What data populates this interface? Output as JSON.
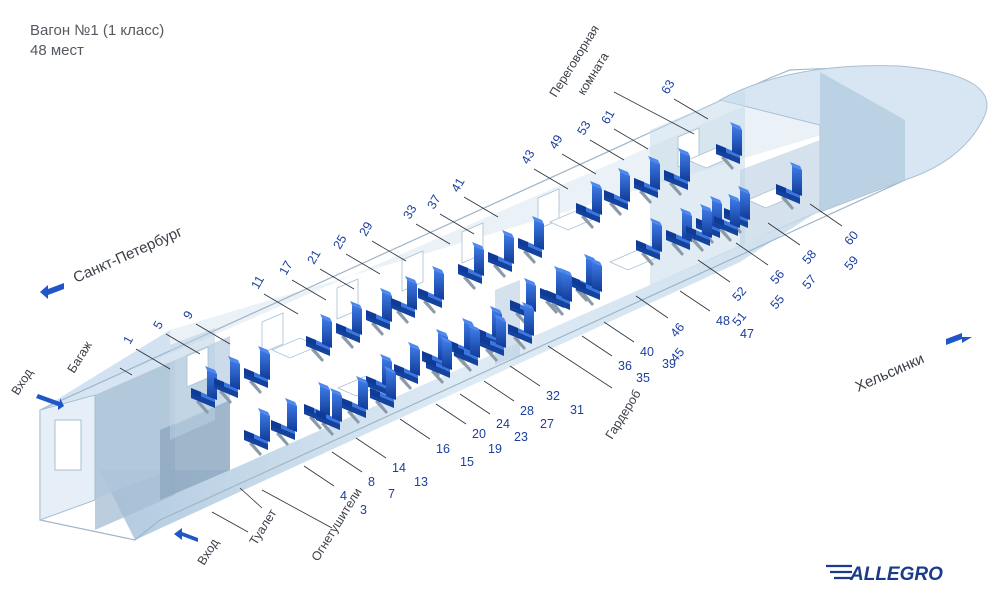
{
  "header": {
    "car": "Вагон №1 (1 класс)",
    "seats": "48 мест"
  },
  "directions": {
    "left": "Санкт-Петербург",
    "right": "Хельсинки"
  },
  "labels": {
    "entrance_left": "Вход",
    "luggage": "Багаж",
    "entrance_bottom": "Вход",
    "toilet": "Туалет",
    "extinguishers": "Огнетушители",
    "wardrobe": "Гардероб",
    "meeting_line1": "Переговорная",
    "meeting_line2": "комната"
  },
  "seat_numbers": {
    "back_outer": [
      "1",
      "5",
      "9",
      "11",
      "17",
      "21",
      "25",
      "29",
      "33",
      "37",
      "41",
      "43",
      "49",
      "53",
      "61",
      "63"
    ],
    "back_inner": [
      "46",
      "52",
      "56",
      "58",
      "60"
    ],
    "back_inner_2": [
      "45",
      "51",
      "55",
      "57",
      "59"
    ],
    "front_row_a": [
      "4",
      "8",
      "14",
      "16",
      "20",
      "24",
      "28",
      "32",
      "36",
      "40",
      "48"
    ],
    "front_row_b": [
      "3",
      "7",
      "13",
      "15",
      "19",
      "23",
      "27",
      "31",
      "35",
      "39",
      "47"
    ]
  },
  "colors": {
    "seat": "#1f56c8",
    "seat_dark": "#0f3a96",
    "number": "#1a3f9e",
    "wall": "#c9dbe9",
    "brand": "#1b3a8a"
  },
  "brand": {
    "logo": "ALLEGRO"
  }
}
